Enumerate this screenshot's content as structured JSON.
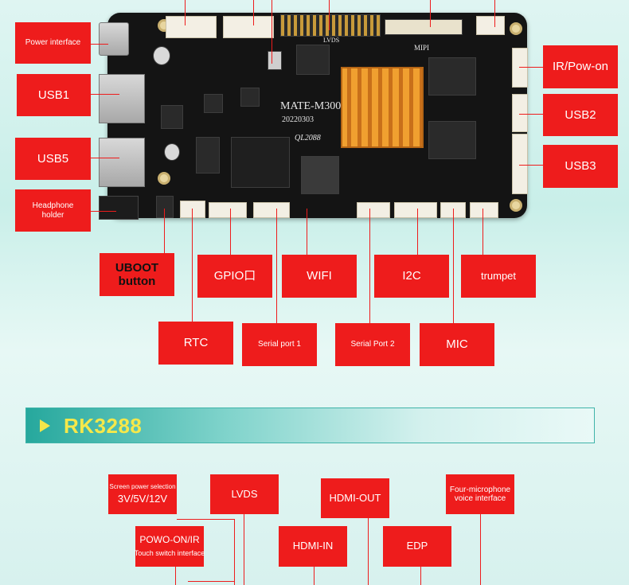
{
  "board": {
    "silk_lvds": "LVDS",
    "silk_mipi": "MIPI",
    "silk_model": "MATE-M300",
    "silk_date": "20220303",
    "silk_ql": "QL2088"
  },
  "labels": {
    "power_interface": "Power interface",
    "usb1": "USB1",
    "usb5": "USB5",
    "headphone_holder": "Headphone holder",
    "ir_pow_on": "IR/Pow-on",
    "usb2": "USB2",
    "usb3": "USB3",
    "uboot_button": "UBOOT button",
    "gpio": "GPIO口",
    "wifi": "WIFI",
    "i2c": "I2C",
    "trumpet": "trumpet",
    "rtc": "RTC",
    "serial_port_1": "Serial port 1",
    "serial_port_2": "Serial Port 2",
    "mic": "MIC"
  },
  "section": {
    "title": "RK3288"
  },
  "bottom_labels": {
    "screen_power_selection": "Screen power selection",
    "screen_power_voltage": "3V/5V/12V",
    "lvds": "LVDS",
    "hdmi_out": "HDMI-OUT",
    "four_microphone": "Four-microphone voice interface",
    "powo_on_ir": "POWO-ON/IR",
    "touch_switch": "Touch switch interface",
    "hdmi_in": "HDMI-IN",
    "edp": "EDP"
  },
  "colors": {
    "label_red": "#ee1c1c",
    "section_title": "#f5e84a",
    "heatsink": "#e08a20"
  }
}
